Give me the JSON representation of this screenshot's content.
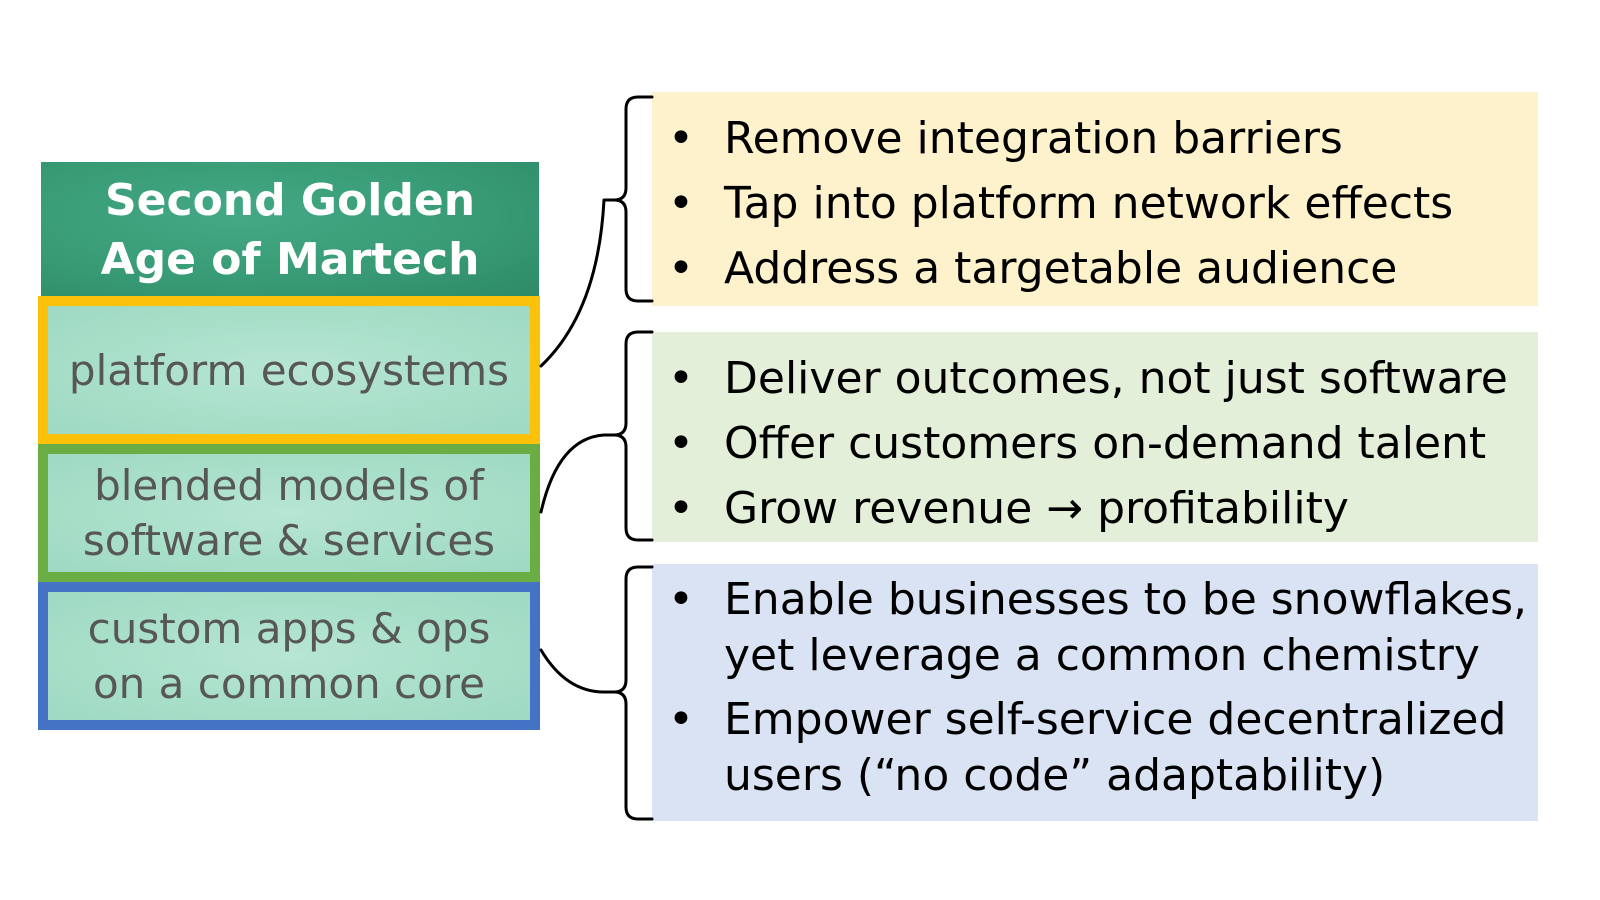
{
  "stack": {
    "header_line1": "Second Golden",
    "header_line2": "Age of Martech",
    "layers": [
      {
        "line1": "platform ecosystems",
        "line2": "",
        "border_color": "#fcc10a"
      },
      {
        "line1": "blended models of",
        "line2": "software & services",
        "border_color": "#6bad45"
      },
      {
        "line1": "custom apps & ops",
        "line2": "on a common core",
        "border_color": "#4472c4"
      }
    ]
  },
  "panels": [
    {
      "color": "#fef2cc",
      "items": [
        {
          "text": "Remove integration barriers"
        },
        {
          "text": "Tap into platform network effects"
        },
        {
          "text": "Address a targetable audience"
        }
      ]
    },
    {
      "color": "#e3efd9",
      "items": [
        {
          "text": "Deliver outcomes, not just software"
        },
        {
          "text": "Offer customers on-demand talent"
        },
        {
          "text": "Grow revenue → profitability"
        }
      ]
    },
    {
      "color": "#dae3f3",
      "items": [
        {
          "line1": "Enable businesses to be snowflakes,",
          "line2": "yet leverage a common chemistry"
        },
        {
          "line1": "Empower self-service decentralized",
          "line2": "users (“no code” adaptability)"
        }
      ]
    }
  ],
  "bullet": "•"
}
